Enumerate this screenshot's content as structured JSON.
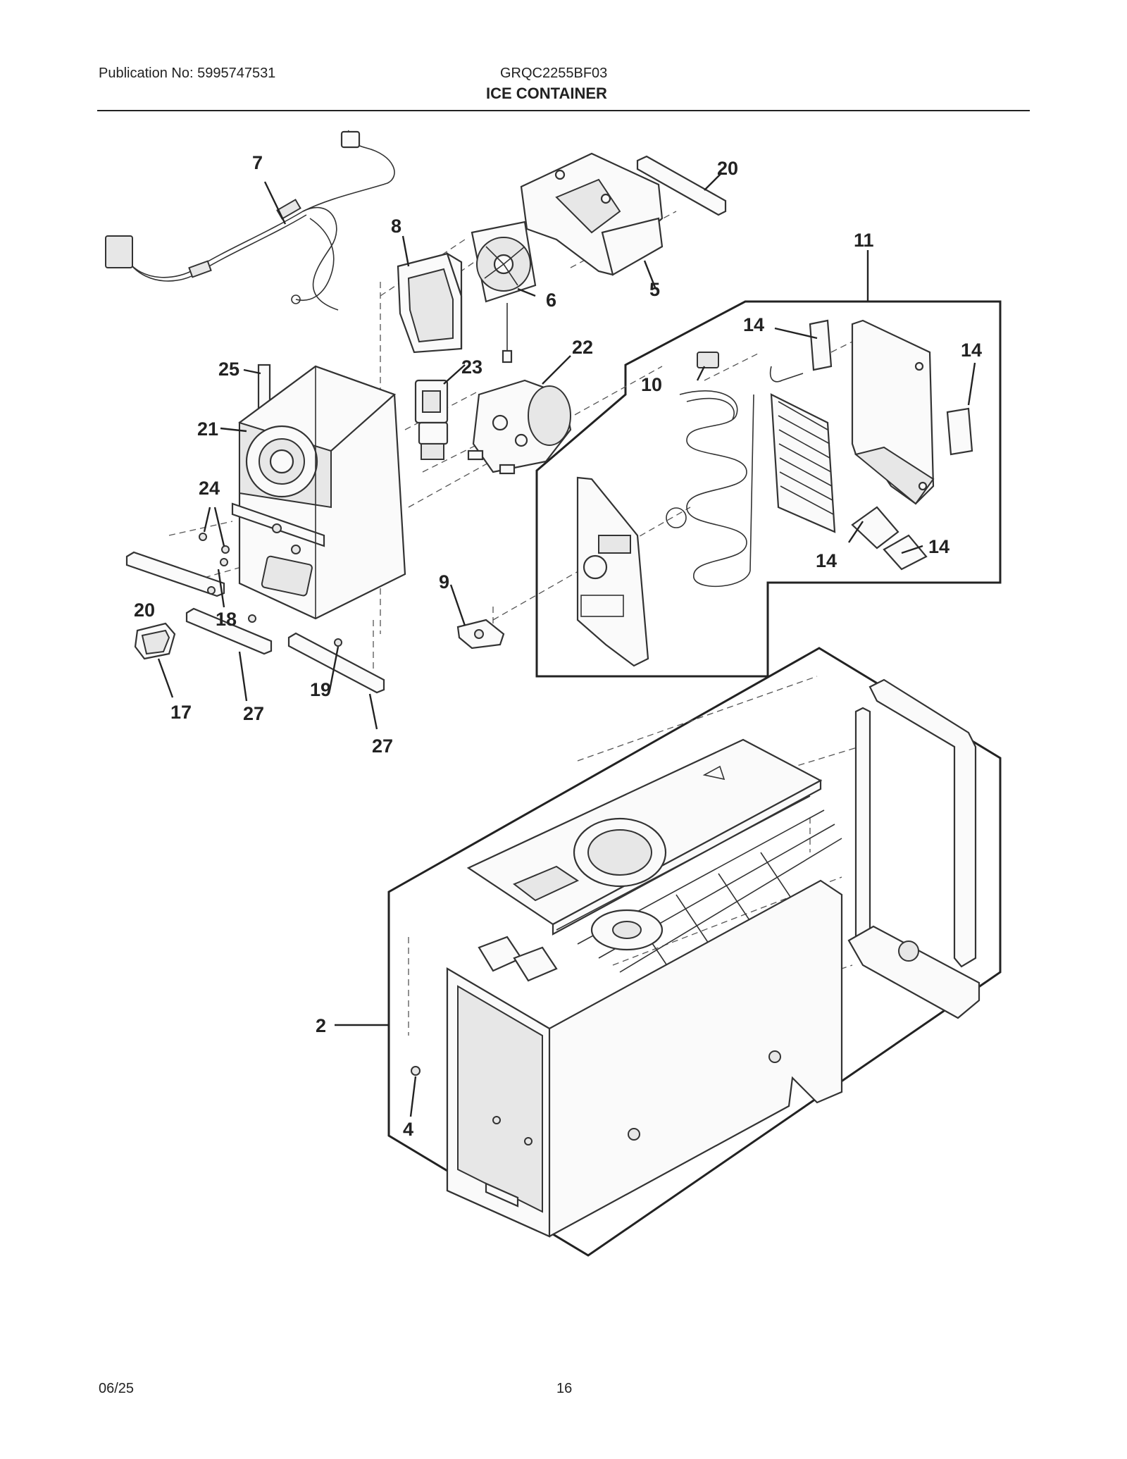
{
  "header": {
    "publication": "Publication No: 5995747531",
    "model": "GRQC2255BF03",
    "section_title": "ICE CONTAINER"
  },
  "footer": {
    "date": "06/25",
    "page_number": "16"
  },
  "callouts": {
    "c2": "2",
    "c4": "4",
    "c5": "5",
    "c6": "6",
    "c7": "7",
    "c8": "8",
    "c9": "9",
    "c10": "10",
    "c11": "11",
    "c14a": "14",
    "c14b": "14",
    "c14c": "14",
    "c14d": "14",
    "c17": "17",
    "c18": "18",
    "c19": "19",
    "c20a": "20",
    "c20b": "20",
    "c21": "21",
    "c22": "22",
    "c23": "23",
    "c24": "24",
    "c25": "25",
    "c27a": "27",
    "c27b": "27"
  }
}
